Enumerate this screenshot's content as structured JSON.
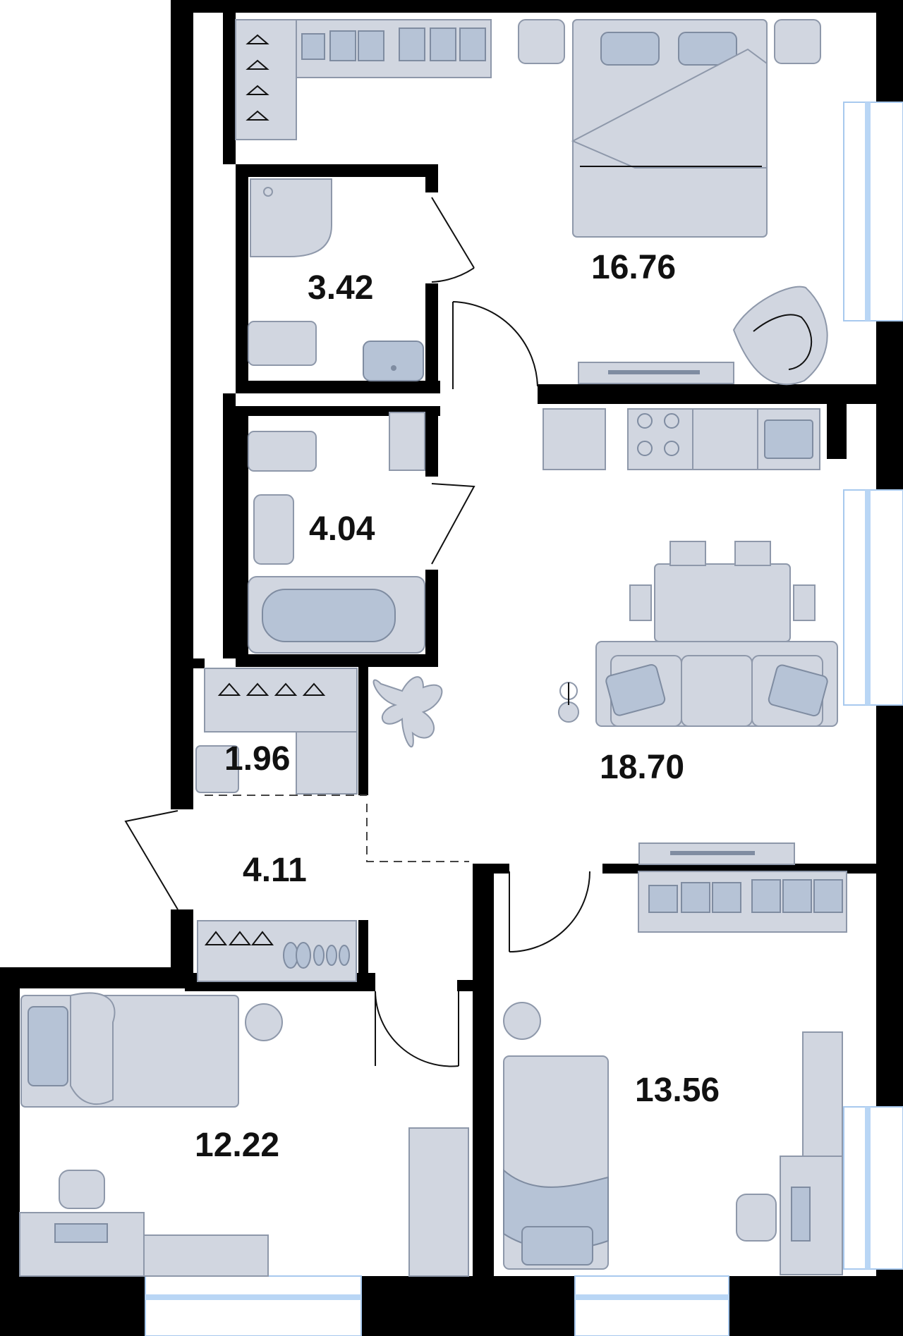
{
  "floor_plan": {
    "rooms": [
      {
        "id": "bedroom-main",
        "label": "16.76"
      },
      {
        "id": "bathroom-1",
        "label": "3.42"
      },
      {
        "id": "bathroom-2",
        "label": "4.04"
      },
      {
        "id": "living-kitchen",
        "label": "18.70"
      },
      {
        "id": "storage",
        "label": "1.96"
      },
      {
        "id": "hallway",
        "label": "4.11"
      },
      {
        "id": "bedroom-left",
        "label": "12.22"
      },
      {
        "id": "bedroom-right",
        "label": "13.56"
      }
    ],
    "colors": {
      "wall": "#000000",
      "furniture": "#d1d6e0",
      "furniture_accent": "#b6c3d6",
      "window_glass": "#b9d6f5",
      "label": "#111111"
    }
  }
}
